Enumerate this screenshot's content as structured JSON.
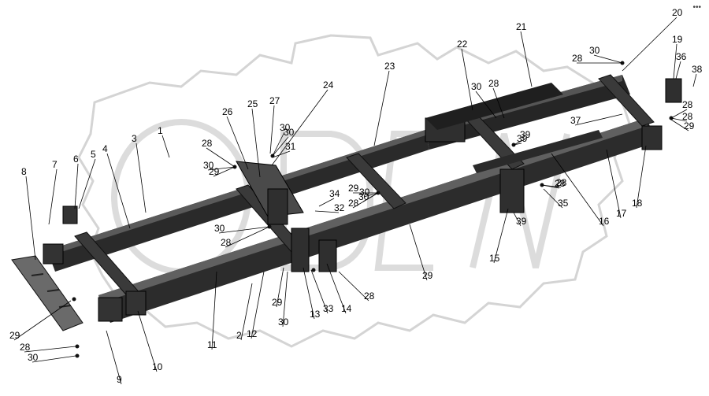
{
  "callouts": [
    "1",
    "2",
    "3",
    "4",
    "5",
    "6",
    "7",
    "8",
    "9",
    "10",
    "11",
    "12",
    "13",
    "14",
    "15",
    "16",
    "17",
    "18",
    "19",
    "20",
    "21",
    "22",
    "23",
    "24",
    "25",
    "26",
    "27",
    "28",
    "29",
    "30",
    "31",
    "32",
    "33",
    "34",
    "35",
    "36",
    "37",
    "38",
    "39",
    "29",
    "28",
    "30",
    "28",
    "30",
    "28",
    "30",
    "28",
    "29",
    "28",
    "30",
    "29",
    "30",
    "28",
    "29",
    "30",
    "28",
    "30",
    "29",
    "28",
    "30",
    "28",
    "39",
    "39",
    "30",
    "28"
  ],
  "watermark_text": "ODEN",
  "corner_mark": "•••"
}
